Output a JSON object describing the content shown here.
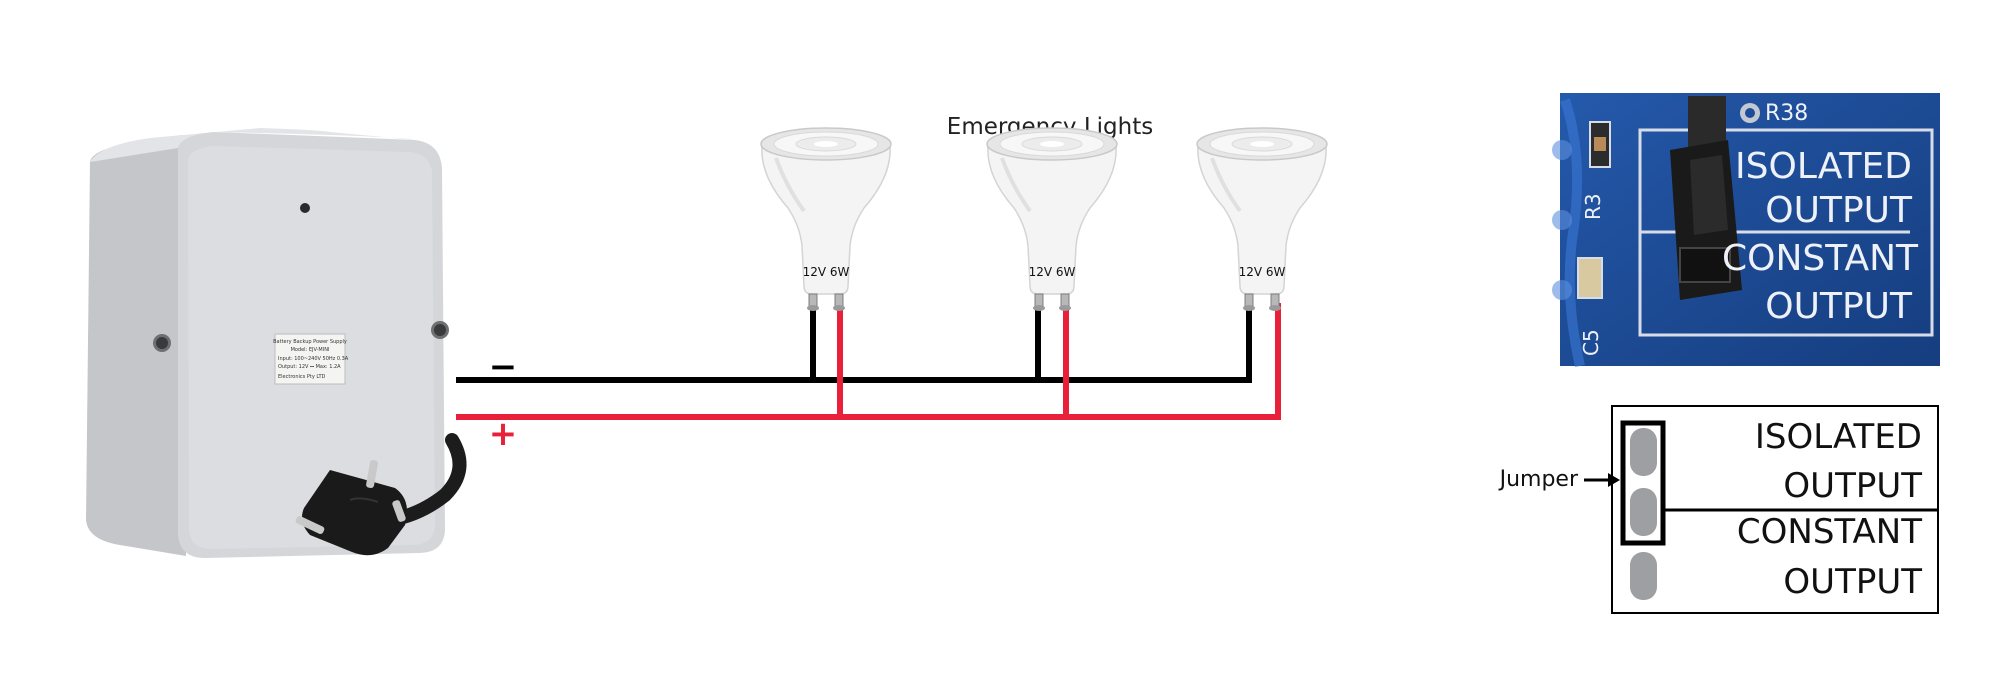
{
  "diagram": {
    "title": "Emergency Lights",
    "negative_symbol": "−",
    "positive_symbol": "+",
    "wire_colors": {
      "negative": "#000000",
      "positive": "#e8203a"
    },
    "power_supply": {
      "icon": "battery-backup-power-supply-icon",
      "plug_icon": "power-plug-icon",
      "sticker_lines": [
        "Battery Backup Power Supply",
        "Model: EJV-MINI",
        "Input: 100~240V 50Hz 0.3A",
        "Output: 12V ⎓ Max: 1.2A",
        "Electronics Pty LTD"
      ]
    },
    "bulbs": [
      {
        "label": "12V 6W"
      },
      {
        "label": "12V 6W"
      },
      {
        "label": "12V 6W"
      }
    ],
    "board_photo": {
      "component_labels": [
        "R38",
        "R3",
        "C5"
      ],
      "text_lines": [
        "ISOLATED",
        "OUTPUT",
        "CONSTANT",
        "OUTPUT"
      ]
    },
    "jumper_diagram": {
      "pointer_label": "Jumper",
      "text_lines": [
        "ISOLATED",
        "OUTPUT",
        "CONSTANT",
        "OUTPUT"
      ]
    }
  }
}
